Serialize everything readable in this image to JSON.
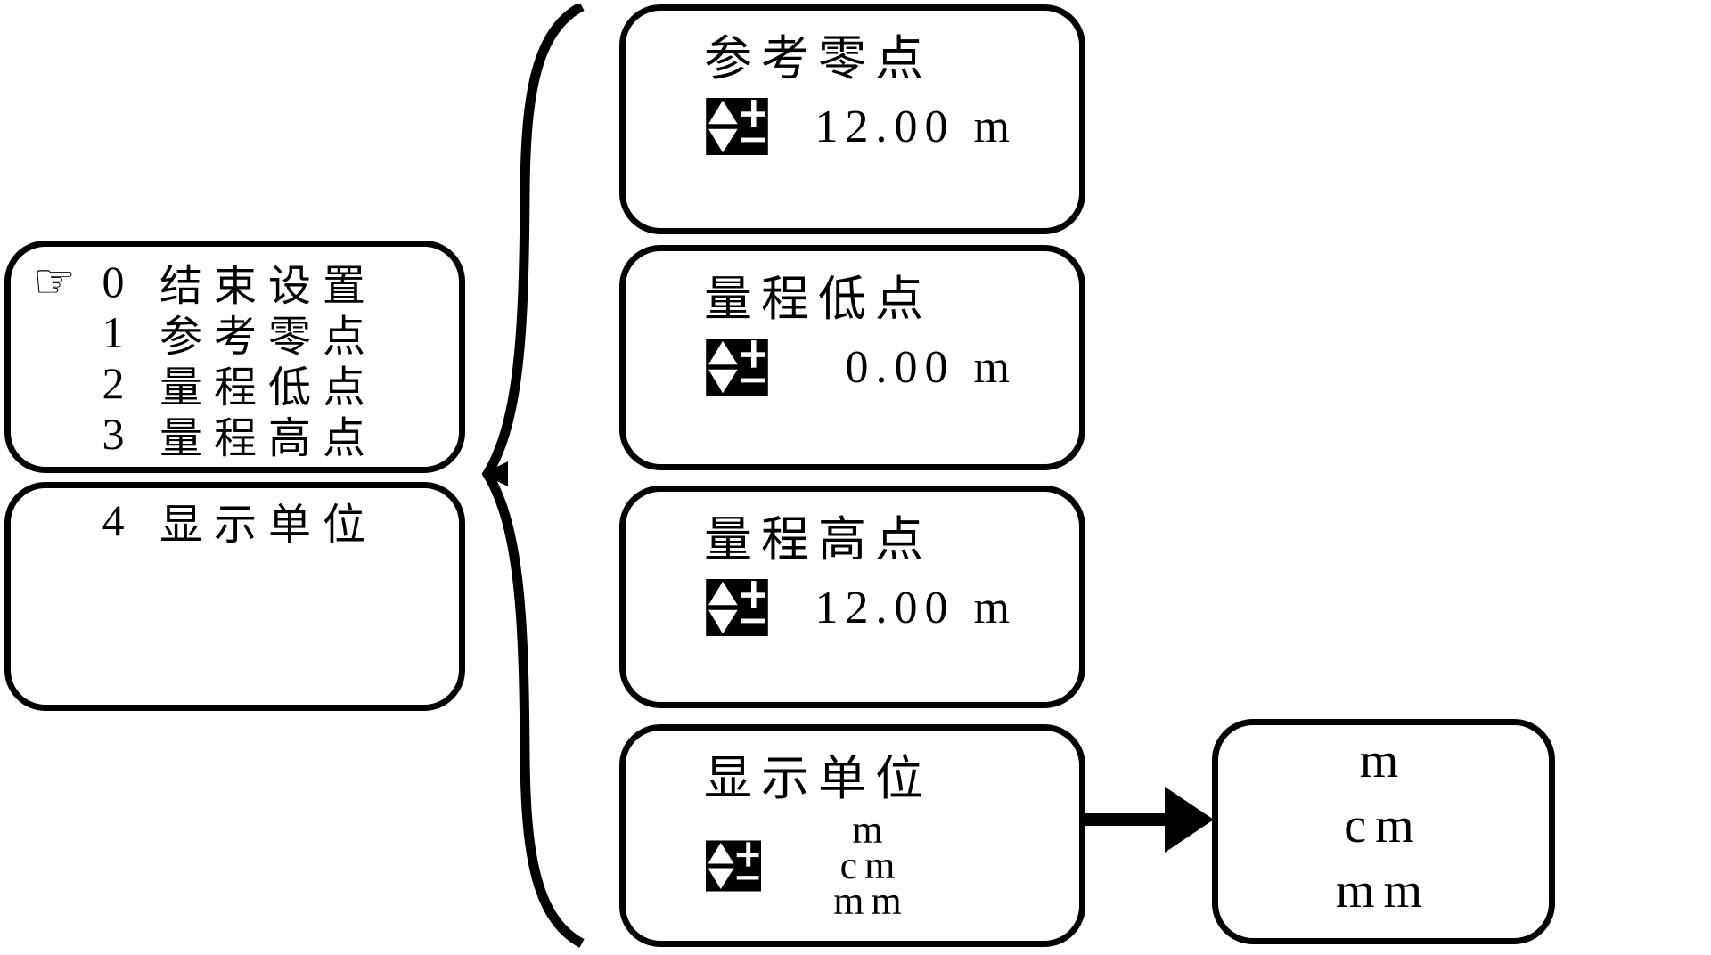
{
  "colors": {
    "ink": "#000000",
    "background": "#ffffff"
  },
  "menu": {
    "pointer_glyph": "☞",
    "screen1": {
      "items": [
        {
          "num": "0",
          "label": "结束设置",
          "pointed": true
        },
        {
          "num": "1",
          "label": "参考零点",
          "pointed": false
        },
        {
          "num": "2",
          "label": "量程低点",
          "pointed": false
        },
        {
          "num": "3",
          "label": "量程高点",
          "pointed": false
        }
      ]
    },
    "screen2": {
      "items": [
        {
          "num": "4",
          "label": "显示单位",
          "pointed": false
        }
      ]
    }
  },
  "screens": [
    {
      "title": "参考零点",
      "value": "12.00 m",
      "icon": "adjust-plus-minus"
    },
    {
      "title": "量程低点",
      "value": "0.00 m",
      "icon": "adjust-plus-minus"
    },
    {
      "title": "量程高点",
      "value": "12.00 m",
      "icon": "adjust-plus-minus"
    },
    {
      "title": "显示单位",
      "options": [
        "m",
        "cm",
        "mm"
      ],
      "icon": "adjust-plus-minus"
    }
  ],
  "unit_options_box": {
    "options": [
      "m",
      "cm",
      "mm"
    ]
  },
  "connectors": {
    "brace": "left-curly-brace",
    "arrow": "right-arrow"
  }
}
